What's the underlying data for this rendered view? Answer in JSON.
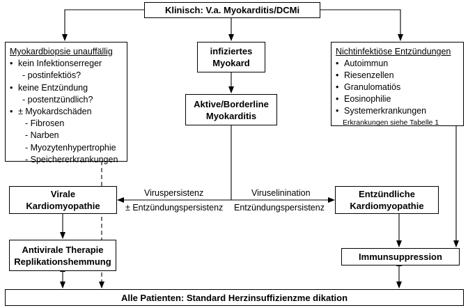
{
  "top": {
    "title": "Klinisch: V.a. Myokarditis/DCMi"
  },
  "left_box": {
    "heading": "Myokardbiopsie unauffällig",
    "items": [
      {
        "bullet": "•",
        "text": "kein Infektionserreger"
      },
      {
        "bullet": "",
        "text": "- postinfektiös?"
      },
      {
        "bullet": "•",
        "text": "keine Entzündung"
      },
      {
        "bullet": "",
        "text": "- postentzündlich?"
      },
      {
        "bullet": "•",
        "text": "± Myokardschäden"
      }
    ],
    "subitems": [
      "- Fibrosen",
      "- Narben",
      "- Myozytenhypertrophie",
      "- Speichererkrankungen"
    ]
  },
  "middle_top": {
    "line1": "infiziertes",
    "line2": "Myokard"
  },
  "middle_mid": {
    "line1": "Aktive/Borderline",
    "line2": "Myokarditis"
  },
  "right_box": {
    "heading": "Nichtinfektiöse Entzündungen",
    "items": [
      "Autoimmun",
      "Riesenzellen",
      "Granulomatiös",
      "Eosinophilie",
      "Systemerkrankungen"
    ],
    "note": "Erkrankungen siehe Tabelle 1",
    "bullet": "•"
  },
  "viral": {
    "line1": "Virale",
    "line2": "Kardiomyopathie"
  },
  "inflammatory": {
    "line1": "Entzündliche",
    "line2": "Kardiomyopathie"
  },
  "labels": {
    "viruspersistenz": "Viruspersistenz",
    "entz_pers_left": "± Entzündungspersistenz",
    "viruselination": "Viruselinination",
    "entz_pers_right": "Entzündungspersistenz"
  },
  "antiviral": {
    "line1": "Antivirale Therapie",
    "line2": "Replikationshemmung"
  },
  "immuno": {
    "text": "Immunsuppression"
  },
  "bottom": {
    "text": "Alle Patienten: Standard Herzinsuffizienzme dikation"
  }
}
